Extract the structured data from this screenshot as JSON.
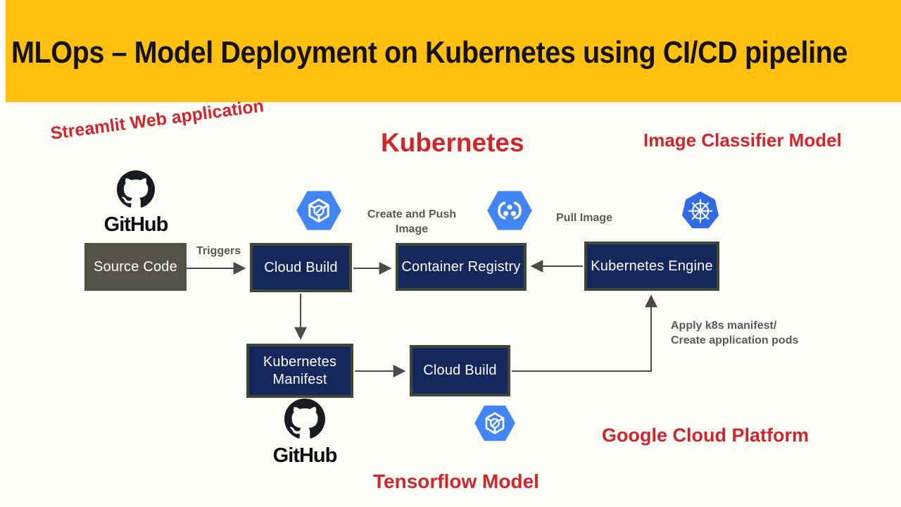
{
  "header": {
    "title": "MLOps – Model Deployment on Kubernetes using CI/CD pipeline"
  },
  "annotations": {
    "streamlit": "Streamlit Web application",
    "kubernetes": "Kubernetes",
    "image_classifier": "Image Classifier Model",
    "google_cloud": "Google Cloud Platform",
    "tensorflow": "Tensorflow Model"
  },
  "diagram": {
    "nodes": [
      {
        "id": "source-code",
        "label": "Source Code"
      },
      {
        "id": "cloud-build-1",
        "label": "Cloud Build"
      },
      {
        "id": "container-registry",
        "label": "Container Registry"
      },
      {
        "id": "kubernetes-engine",
        "label": "Kubernetes Engine"
      },
      {
        "id": "kubernetes-manifest",
        "label": "Kubernetes Manifest"
      },
      {
        "id": "cloud-build-2",
        "label": "Cloud Build"
      }
    ],
    "edge_labels": {
      "triggers": "Triggers",
      "create_push": "Create and Push Image",
      "pull_image": "Pull Image",
      "apply_line1": "Apply k8s manifest/",
      "apply_line2": "Create application pods"
    },
    "logos": {
      "github_wordmark": "GitHub"
    },
    "icons": {
      "github": "github-octocat-mark",
      "cloud_build": "blue-hexagon-cube",
      "container_registry": "blue-hexagon-brackets-dots",
      "kubernetes": "blue-heptagon-helm-wheel"
    }
  },
  "colors": {
    "banner_yellow": "#FFC010",
    "annotation_red": "#D2242B",
    "node_navy": "#15285E",
    "node_gray": "#565349",
    "node_border_olive": "#3E4A35",
    "edge_label_gray": "#595959",
    "wire_gray": "#4A4A4A",
    "gcp_hexagon_blue": "#4285F4",
    "kubernetes_blue": "#326CE5",
    "github_black": "#171B22"
  }
}
